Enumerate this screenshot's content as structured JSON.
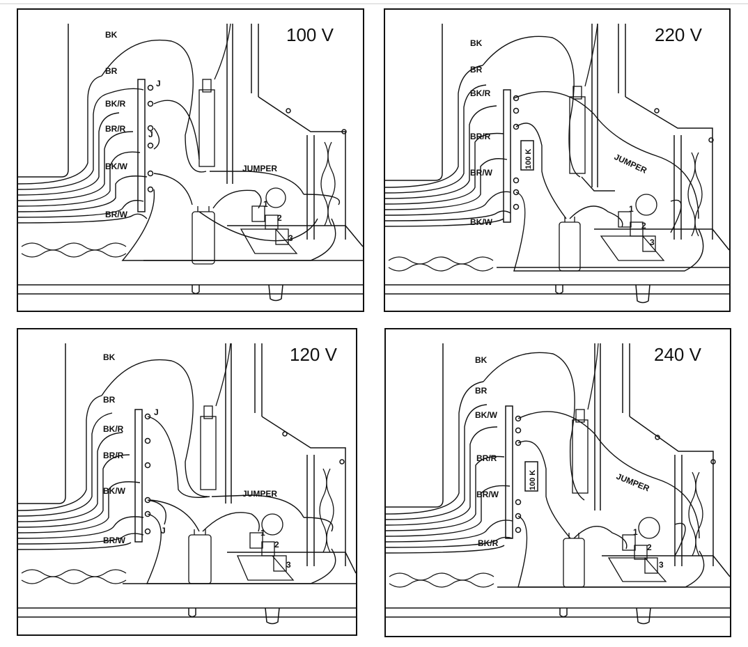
{
  "panels": [
    {
      "voltage": "100 V",
      "wires": [
        "BK",
        "BR",
        "BK/R",
        "BR/R",
        "BK/W",
        "BR/W"
      ],
      "jumper_marks": [
        "J",
        "J"
      ],
      "resistor": "",
      "jumper": "JUMPER",
      "terminals": [
        "1",
        "2",
        "3"
      ]
    },
    {
      "voltage": "220 V",
      "wires": [
        "BK",
        "BR",
        "BK/R",
        "BR/R",
        "BR/W",
        "BK/W"
      ],
      "jumper_marks": [],
      "resistor": "100 K",
      "jumper": "JUMPER",
      "terminals": [
        "1",
        "2",
        "3"
      ]
    },
    {
      "voltage": "120 V",
      "wires": [
        "BK",
        "BR",
        "BK/R",
        "BR/R",
        "BK/W",
        "BR/W"
      ],
      "jumper_marks": [
        "J",
        "J"
      ],
      "resistor": "",
      "jumper": "JUMPER",
      "terminals": [
        "1",
        "2",
        "3"
      ]
    },
    {
      "voltage": "240 V",
      "wires": [
        "BK",
        "BR",
        "BK/W",
        "BR/R",
        "BR/W",
        "BK/R"
      ],
      "jumper_marks": [],
      "resistor": "100 K",
      "jumper": "JUMPER",
      "terminals": [
        "1",
        "2",
        "3"
      ]
    }
  ]
}
